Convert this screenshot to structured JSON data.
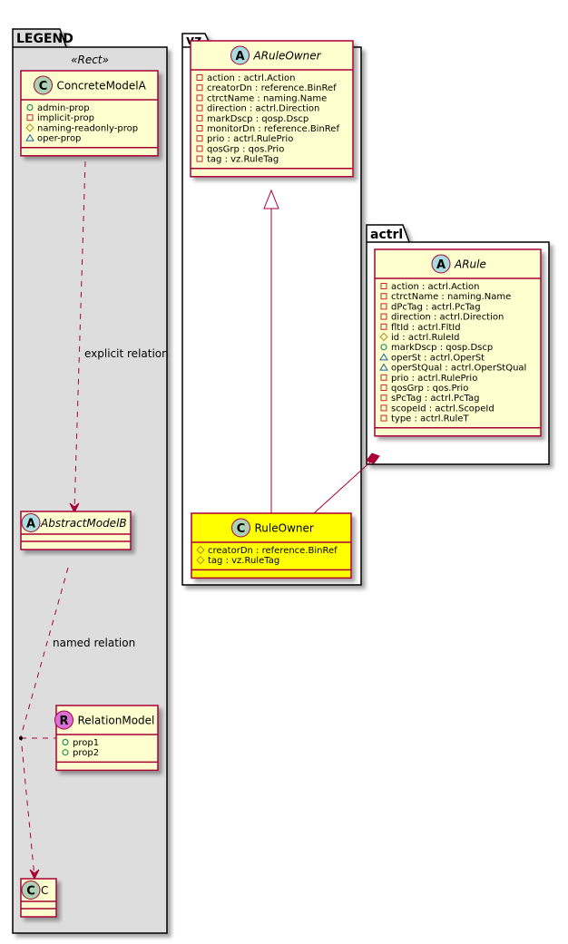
{
  "packages": {
    "legend": {
      "name": "LEGEND",
      "stereotype": "«Rect»",
      "fill": "#DDDDDD"
    },
    "vz": {
      "name": "vz",
      "fill": "#FFFFFF"
    },
    "actrl": {
      "name": "actrl",
      "fill": "#FFFFFF"
    }
  },
  "colors": {
    "class_fill": "#FEFECE",
    "class_border": "#A80036",
    "highlight_fill": "#FFFF00",
    "badge_class": "#ADD1B2",
    "badge_abstract": "#A9DCDF",
    "badge_relation": "#DA70D6",
    "vis_public": "#038048",
    "vis_private": "#C82930",
    "vis_protected": "#B38D22",
    "vis_package": "#1963A0"
  },
  "legend_classes": {
    "concrete": {
      "name": "ConcreteModelA",
      "badge": "C",
      "attributes": [
        {
          "vis": "public",
          "text": "admin-prop"
        },
        {
          "vis": "private",
          "text": "implicit-prop"
        },
        {
          "vis": "protected",
          "text": "naming-readonly-prop"
        },
        {
          "vis": "package",
          "text": "oper-prop"
        }
      ]
    },
    "abstract": {
      "name": "AbstractModelB",
      "badge": "A"
    },
    "relation": {
      "name": "RelationModel",
      "badge": "R",
      "attributes": [
        {
          "vis": "public",
          "text": "prop1"
        },
        {
          "vis": "public",
          "text": "prop2"
        }
      ]
    },
    "c": {
      "name": "C",
      "badge": "C"
    }
  },
  "relations": {
    "explicit": "explicit relation",
    "named": "named relation"
  },
  "classes": {
    "aruleowner": {
      "name": "ARuleOwner",
      "badge": "A",
      "attributes": [
        {
          "vis": "private",
          "text": "action : actrl.Action"
        },
        {
          "vis": "private",
          "text": "creatorDn : reference.BinRef"
        },
        {
          "vis": "private",
          "text": "ctrctName : naming.Name"
        },
        {
          "vis": "private",
          "text": "direction : actrl.Direction"
        },
        {
          "vis": "private",
          "text": "markDscp : qosp.Dscp"
        },
        {
          "vis": "private",
          "text": "monitorDn : reference.BinRef"
        },
        {
          "vis": "private",
          "text": "prio : actrl.RulePrio"
        },
        {
          "vis": "private",
          "text": "qosGrp : qos.Prio"
        },
        {
          "vis": "private",
          "text": "tag : vz.RuleTag"
        }
      ]
    },
    "ruleowner": {
      "name": "RuleOwner",
      "badge": "C",
      "attributes": [
        {
          "vis": "protected",
          "text": "creatorDn : reference.BinRef"
        },
        {
          "vis": "protected",
          "text": "tag : vz.RuleTag"
        }
      ]
    },
    "arule": {
      "name": "ARule",
      "badge": "A",
      "attributes": [
        {
          "vis": "private",
          "text": "action : actrl.Action"
        },
        {
          "vis": "private",
          "text": "ctrctName : naming.Name"
        },
        {
          "vis": "private",
          "text": "dPcTag : actrl.PcTag"
        },
        {
          "vis": "private",
          "text": "direction : actrl.Direction"
        },
        {
          "vis": "private",
          "text": "fltId : actrl.FltId"
        },
        {
          "vis": "protected",
          "text": "id : actrl.RuleId"
        },
        {
          "vis": "public",
          "text": "markDscp : qosp.Dscp"
        },
        {
          "vis": "package",
          "text": "operSt : actrl.OperSt"
        },
        {
          "vis": "package",
          "text": "operStQual : actrl.OperStQual"
        },
        {
          "vis": "private",
          "text": "prio : actrl.RulePrio"
        },
        {
          "vis": "private",
          "text": "qosGrp : qos.Prio"
        },
        {
          "vis": "private",
          "text": "sPcTag : actrl.PcTag"
        },
        {
          "vis": "private",
          "text": "scopeId : actrl.ScopeId"
        },
        {
          "vis": "private",
          "text": "type : actrl.RuleT"
        }
      ]
    }
  }
}
